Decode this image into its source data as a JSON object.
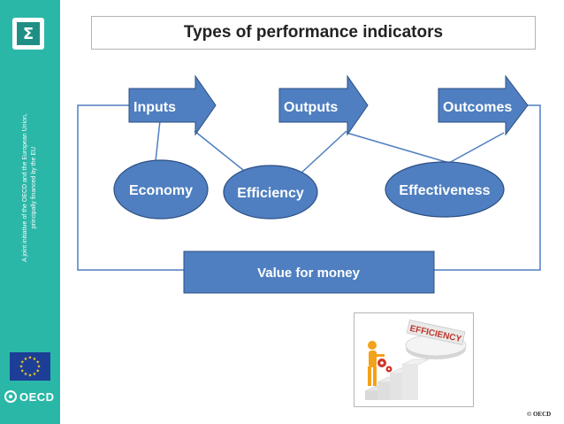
{
  "slide": {
    "title": "Types of performance indicators",
    "copyright": "© OECD"
  },
  "sidebar": {
    "logo_icon": "sigma-icon",
    "vertical_text_line1": "A joint initiative of the OECD and the European Union,",
    "vertical_text_line2": "principally financed by the EU",
    "eu_flag_icon": "eu-flag-icon",
    "oecd_label": "OECD",
    "colors": {
      "background": "#2bb7a8",
      "eu_blue": "#1d3e96",
      "eu_stars": "#ffd617"
    }
  },
  "diagram": {
    "arrows": [
      "Inputs",
      "Outputs",
      "Outcomes"
    ],
    "ellipses": [
      "Economy",
      "Efficiency",
      "Effectiveness"
    ],
    "bottom_box": "Value for money",
    "colors": {
      "shape_fill": "#4f7fc0",
      "shape_stroke": "#2c4f84",
      "connector": "#4f7fc0"
    }
  },
  "illustration": {
    "icon": "efficiency-steps-illustration",
    "banner_text": "EFFICIENCY"
  }
}
